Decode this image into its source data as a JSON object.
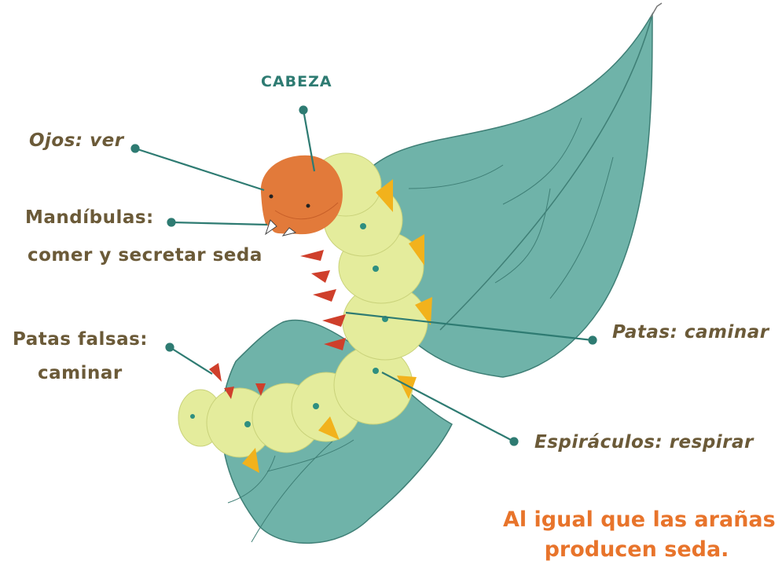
{
  "labels": {
    "head": "CABEZA",
    "eyes": "Ojos: ver",
    "mandibles_1": "Mandíbulas:",
    "mandibles_2": "comer y secretar seda",
    "prolegs_1": "Patas falsas:",
    "prolegs_2": "caminar",
    "legs": "Patas: caminar",
    "spiracles": "Espiráculos: respirar"
  },
  "note": {
    "line1": "Al igual que las arañas",
    "line2": "producen seda."
  },
  "colors": {
    "label_text": "#6b5a38",
    "head_label": "#2e7b72",
    "leader_line": "#2e7b72",
    "note_text": "#e8742b",
    "leaf": "#6fb3a9",
    "leaf_dark": "#4f9a8f",
    "body": "#e4ec9c",
    "head": "#e27a3a",
    "spots": "#2e8f80",
    "legs": "#cf3f2b",
    "markings": "#f2b21c"
  }
}
